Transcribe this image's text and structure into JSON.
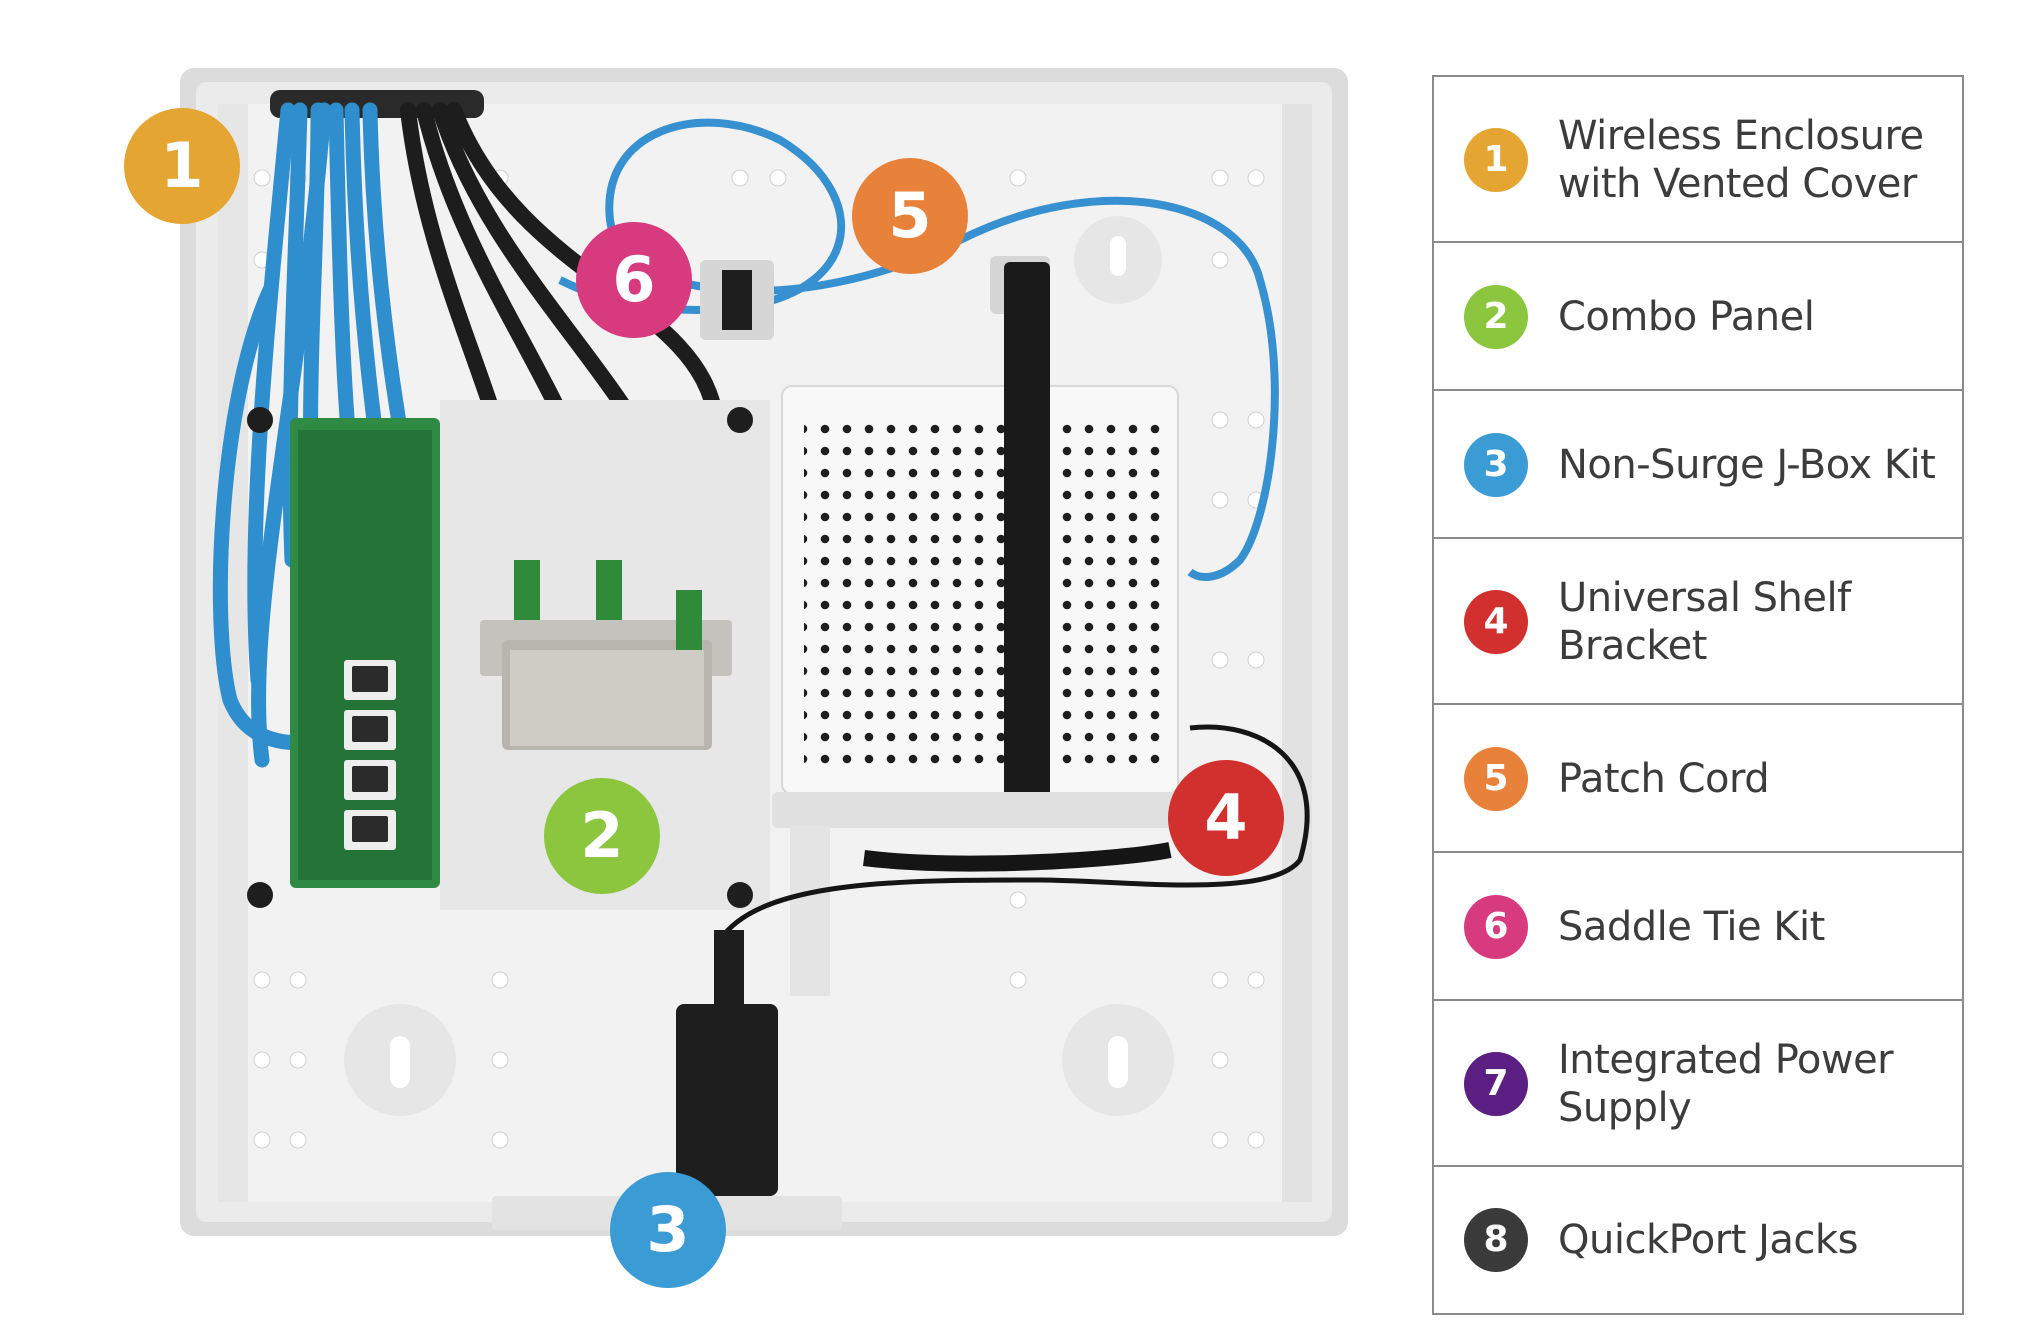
{
  "callouts": {
    "c1": {
      "number": "1",
      "color": "#E4A533"
    },
    "c2": {
      "number": "2",
      "color": "#8CC63F"
    },
    "c3": {
      "number": "3",
      "color": "#3A9BD5"
    },
    "c4": {
      "number": "4",
      "color": "#D2302E"
    },
    "c5": {
      "number": "5",
      "color": "#E8823A"
    },
    "c6": {
      "number": "6",
      "color": "#D83A7E"
    }
  },
  "legend": {
    "items": [
      {
        "number": "1",
        "label_line1": "Wireless Enclosure",
        "label_line2": "with Vented Cover",
        "color": "#E4A533"
      },
      {
        "number": "2",
        "label_line1": "Combo Panel",
        "label_line2": "",
        "color": "#8CC63F"
      },
      {
        "number": "3",
        "label_line1": "Non-Surge J-Box Kit",
        "label_line2": "",
        "color": "#3A9BD5"
      },
      {
        "number": "4",
        "label_line1": "Universal Shelf",
        "label_line2": "Bracket",
        "color": "#D2302E"
      },
      {
        "number": "5",
        "label_line1": "Patch Cord",
        "label_line2": "",
        "color": "#E8823A"
      },
      {
        "number": "6",
        "label_line1": "Saddle Tie Kit",
        "label_line2": "",
        "color": "#D83A7E"
      },
      {
        "number": "7",
        "label_line1": "Integrated Power",
        "label_line2": "Supply",
        "color": "#5B1E82"
      },
      {
        "number": "8",
        "label_line1": "QuickPort Jacks",
        "label_line2": "",
        "color": "#3A3A3A"
      }
    ]
  }
}
